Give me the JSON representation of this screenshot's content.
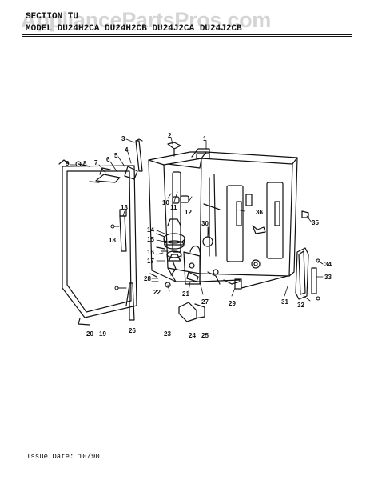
{
  "watermark": "AppliancePartsPros.com",
  "header": {
    "section_text": "SECTION  TU",
    "model_text": "MODEL   DU24H2CA  DU24H2CB  DU24J2CA  DU24J2CB"
  },
  "footer": {
    "issue_date": "Issue Date: 10/90"
  },
  "callouts": [
    "1",
    "2",
    "3",
    "4",
    "5",
    "6",
    "7",
    "8",
    "9",
    "10",
    "11",
    "12",
    "13",
    "14",
    "15",
    "16",
    "17",
    "18",
    "19",
    "20",
    "21",
    "22",
    "23",
    "24",
    "25",
    "26",
    "27",
    "28",
    "29",
    "30",
    "31",
    "32",
    "33",
    "34",
    "35",
    "36"
  ]
}
